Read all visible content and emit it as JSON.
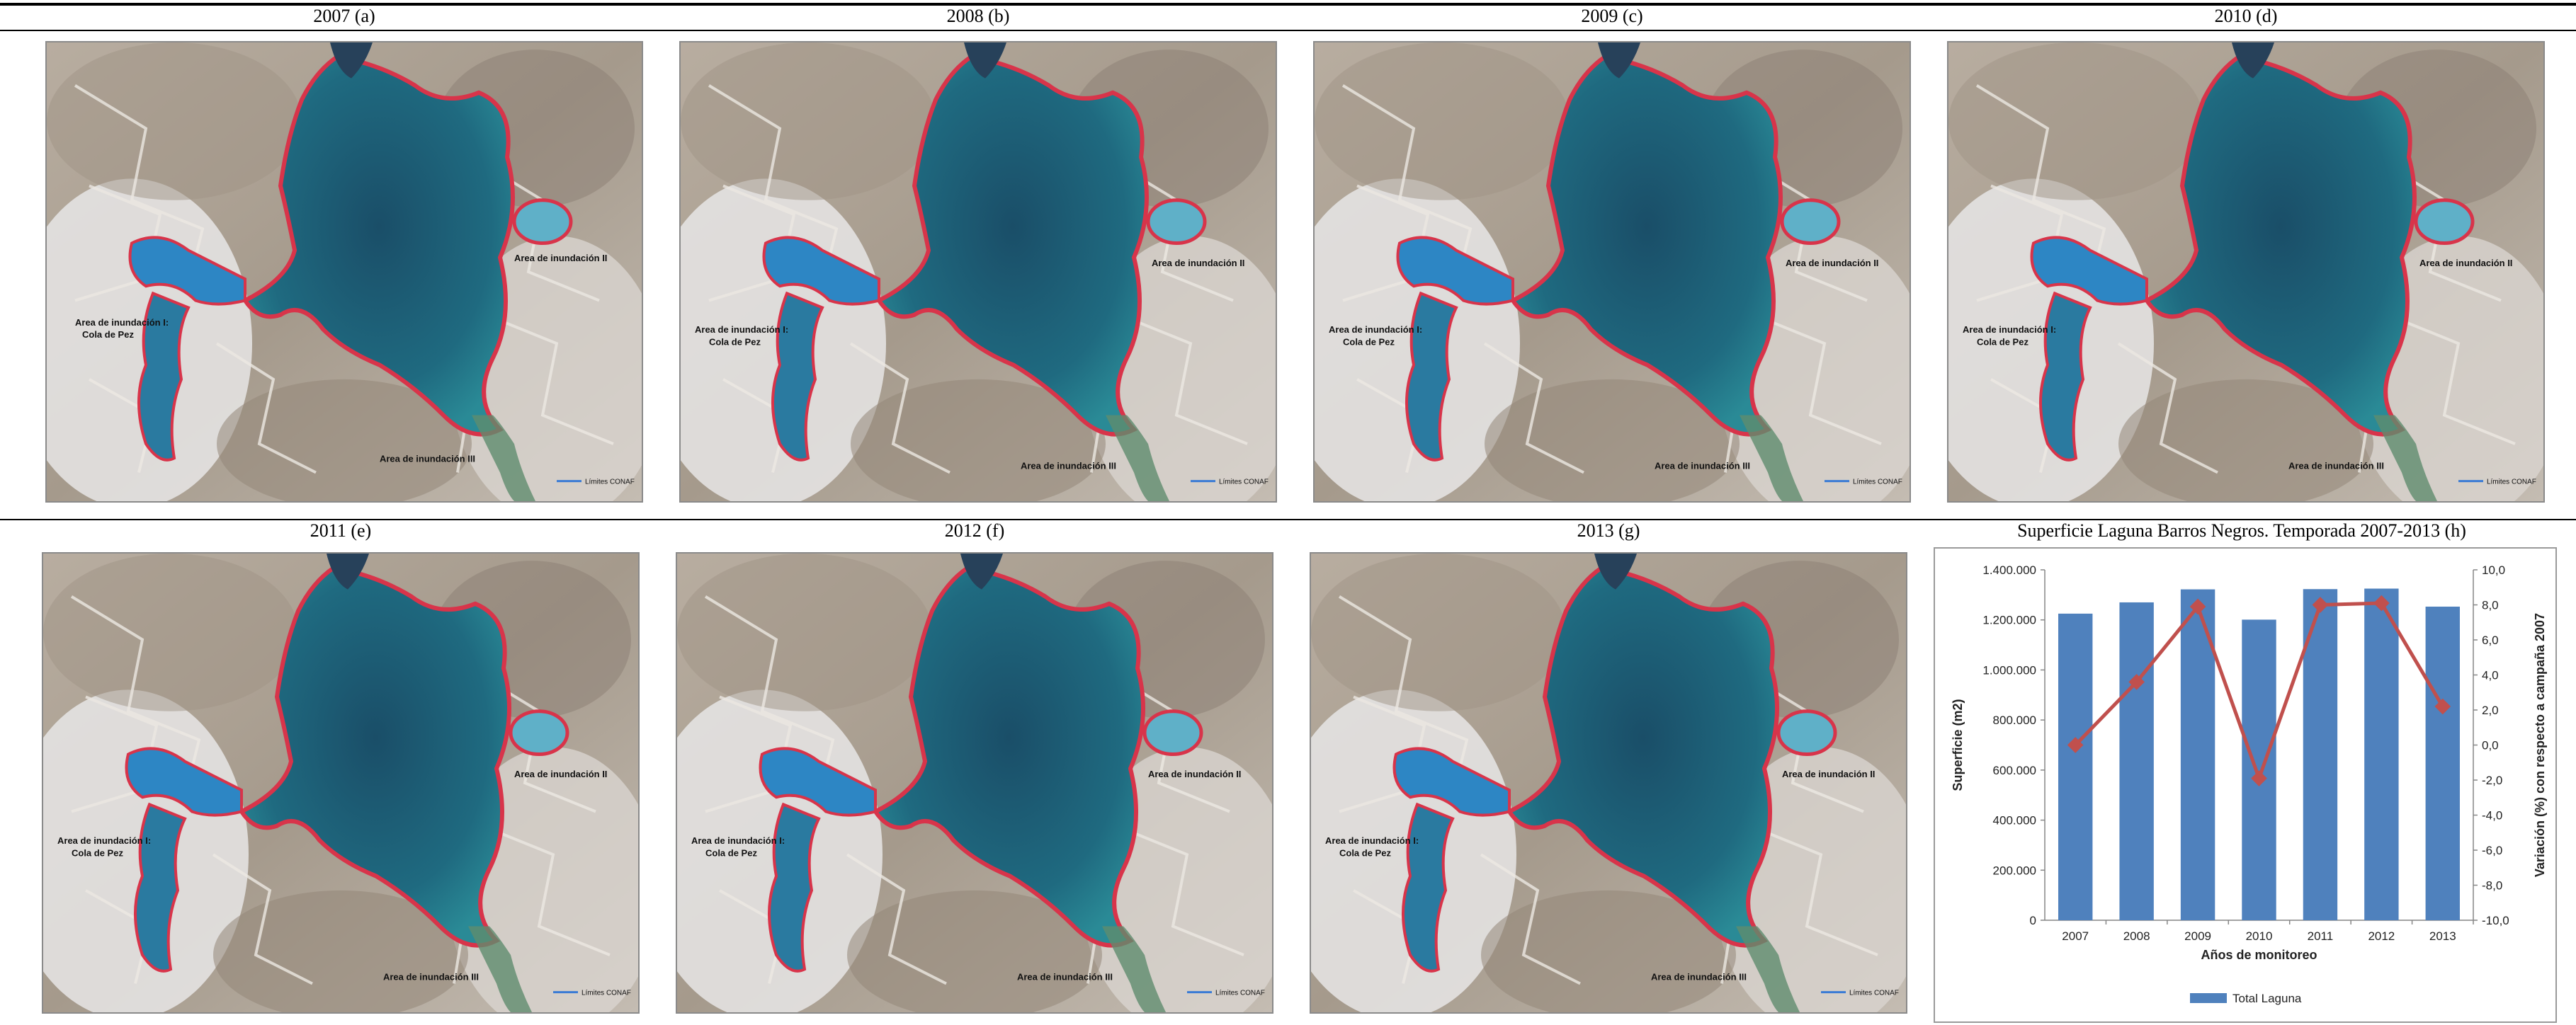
{
  "panels": [
    {
      "title": "2007 (a)"
    },
    {
      "title": "2008 (b)"
    },
    {
      "title": "2009 (c)"
    },
    {
      "title": "2010 (d)"
    },
    {
      "title": "2011 (e)"
    },
    {
      "title": "2012 (f)"
    },
    {
      "title": "2013 (g)"
    }
  ],
  "map_labels": {
    "area1": "Area de inundación I:",
    "area1b": "Cola de Pez",
    "area2": "Area de inundación II",
    "area3": "Area de inundación III",
    "legend": "Límites CONAF"
  },
  "colors": {
    "bar": "#4f81bd",
    "line": "#c0504d",
    "water_deep": "#1f5e72",
    "shore": "#d8344a"
  },
  "chart_title": "Superficie Laguna Barros Negros. Temporada 2007-2013 (h)",
  "chart_data": {
    "type": "bar",
    "title": "Superficie Laguna Barros Negros. Temporada 2007-2013 (h)",
    "categories": [
      "2007",
      "2008",
      "2009",
      "2010",
      "2011",
      "2012",
      "2013"
    ],
    "series": [
      {
        "name": "Total Laguna",
        "type": "bar",
        "axis": "left",
        "values": [
          1225000,
          1270000,
          1322000,
          1201000,
          1323000,
          1325000,
          1253000
        ]
      },
      {
        "type": "line",
        "axis": "right",
        "values": [
          0.0,
          3.6,
          7.9,
          -1.9,
          8.0,
          8.1,
          2.2
        ]
      }
    ],
    "xlabel": "Años de monitoreo",
    "ylabel": "Superficie (m2)",
    "y2label": "Variación (%) con respecto a campaña 2007",
    "ylim": [
      0,
      1400000
    ],
    "y2lim": [
      -10,
      10
    ],
    "yticks": [
      "0",
      "200.000",
      "400.000",
      "600.000",
      "800.000",
      "1.000.000",
      "1.200.000",
      "1.400.000"
    ],
    "y2ticks": [
      "-10,0",
      "-8,0",
      "-6,0",
      "-4,0",
      "-2,0",
      "0,0",
      "2,0",
      "4,0",
      "6,0",
      "8,0",
      "10,0"
    ],
    "grid": false,
    "legend": "bottom"
  }
}
